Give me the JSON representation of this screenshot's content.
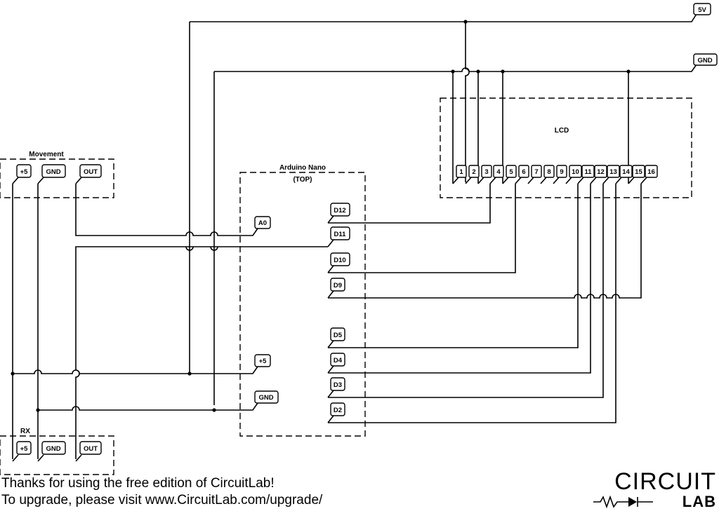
{
  "blocks": {
    "lcd": "LCD",
    "arduino_title": "Arduino Nano",
    "arduino_sub": "(TOP)",
    "movement": "Movement",
    "rx": "RX"
  },
  "rails": {
    "vcc": "5V",
    "gnd": "GND"
  },
  "movement_pins": [
    "+5",
    "GND",
    "OUT"
  ],
  "rx_pins": [
    "+5",
    "GND",
    "OUT"
  ],
  "arduino_pins": {
    "a0": "A0",
    "plus5": "+5",
    "gnd": "GND",
    "d12": "D12",
    "d11": "D11",
    "d10": "D10",
    "d9": "D9",
    "d5": "D5",
    "d4": "D4",
    "d3": "D3",
    "d2": "D2"
  },
  "lcd_pins": [
    "1",
    "2",
    "3",
    "4",
    "5",
    "6",
    "7",
    "8",
    "9",
    "10",
    "11",
    "12",
    "13",
    "14",
    "15",
    "16"
  ],
  "footer": {
    "line1": "Thanks for using the free edition of CircuitLab!",
    "line2": "To upgrade, please visit www.CircuitLab.com/upgrade/"
  },
  "logo": {
    "top": "CIRCUIT",
    "bottom": "LAB"
  }
}
